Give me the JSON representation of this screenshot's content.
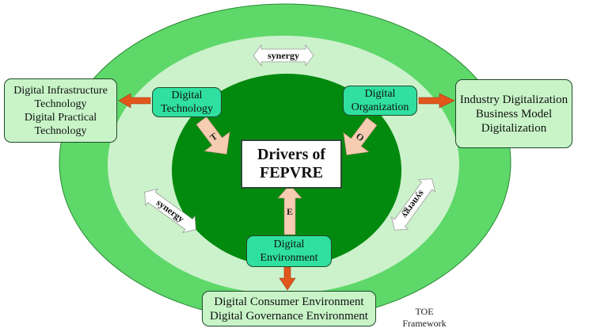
{
  "colors": {
    "outer_ellipse": "#5fd86a",
    "middle_ellipse": "#ccf2cc",
    "inner_ellipse": "#028a0e",
    "inner_box_fill": "#2fe0a0",
    "outer_box_fill": "#c8f4c8",
    "input_arrow_fill": "#f7cdb2",
    "output_arrow_fill": "#e2561c",
    "synergy_arrow_fill": "#ffffff"
  },
  "center": {
    "line1": "Drivers of",
    "line2": "FEPVRE"
  },
  "technology": {
    "line1": "Digital",
    "line2": "Technology",
    "arrow_letter": "T",
    "outcome": {
      "line1": "Digital Infrastructure",
      "line2": "Technology",
      "line3": "Digital Practical",
      "line4": "Technology"
    }
  },
  "organization": {
    "line1": "Digital",
    "line2": "Organization",
    "arrow_letter": "O",
    "outcome": {
      "line1": "Industry Digitalization",
      "line2": "Business Model",
      "line3": "Digitalization"
    }
  },
  "environment": {
    "line1": "Digital",
    "line2": "Environment",
    "arrow_letter": "E",
    "outcome": {
      "line1": "Digital Consumer Environment",
      "line2": "Digital Governance Environment"
    }
  },
  "synergy": {
    "top": "synergy",
    "left": "synergy",
    "right": "synergy"
  },
  "framework": {
    "line1": "TOE",
    "line2": "Framework"
  }
}
